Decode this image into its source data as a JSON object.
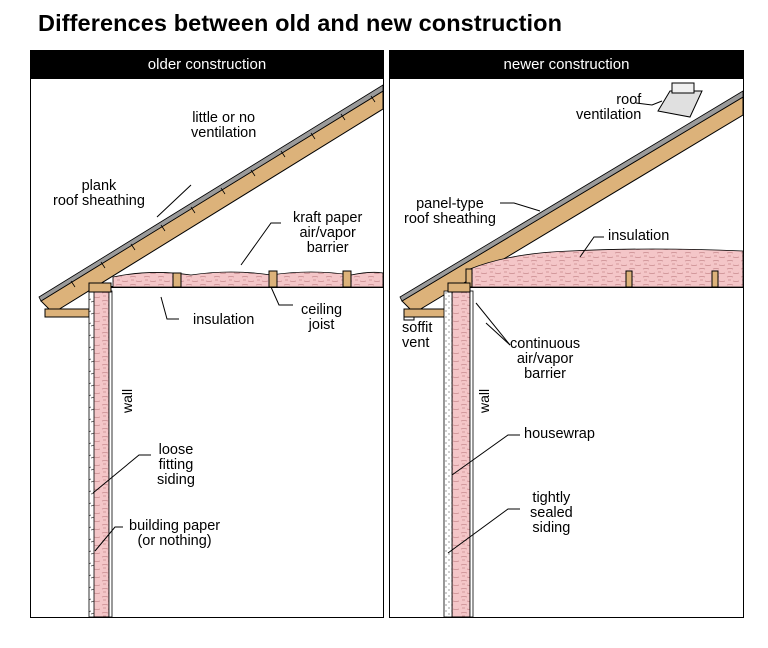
{
  "title": "Differences between old and new construction",
  "panels": {
    "old": {
      "header": "older construction",
      "labels": {
        "ventilation": "little or no\nventilation",
        "sheathing": "plank\nroof sheathing",
        "kraft": "kraft paper\nair/vapor\nbarrier",
        "insulation": "insulation",
        "joist": "ceiling\njoist",
        "wall": "wall",
        "siding": "loose\nfitting\nsiding",
        "paper": "building paper\n(or nothing)"
      }
    },
    "new": {
      "header": "newer construction",
      "labels": {
        "roof_vent": "roof\nventilation",
        "sheathing": "panel-type\nroof sheathing",
        "insulation": "insulation",
        "soffit": "soffit\nvent",
        "barrier": "continuous\nair/vapor\nbarrier",
        "wall": "wall",
        "housewrap": "housewrap",
        "siding": "tightly\nsealed\nsiding"
      }
    }
  },
  "colors": {
    "insulation": "#f4c6c8",
    "wood": "#dcb27a",
    "shingle": "#8a8a8a",
    "header_bg": "#000000"
  }
}
